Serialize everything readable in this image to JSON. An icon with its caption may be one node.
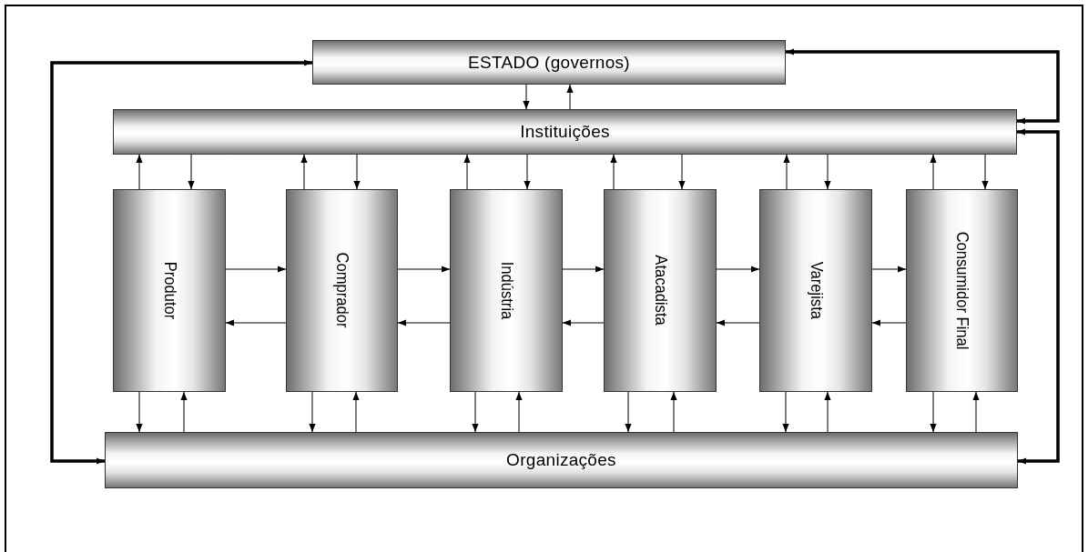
{
  "diagram": {
    "nodes": [
      {
        "text": [
          "ESTADO (governos)"
        ]
      },
      {
        "text": [
          "Instituições"
        ]
      },
      {
        "text": [
          "Produtor"
        ]
      },
      {
        "text": [
          "Comprador"
        ]
      },
      {
        "text": [
          "Indústria"
        ]
      },
      {
        "text": [
          "Atacadista"
        ]
      },
      {
        "text": [
          "Varejista"
        ]
      },
      {
        "text": [
          "Consumidor Final"
        ]
      },
      {
        "text": [
          "Organizações"
        ]
      }
    ],
    "edges": [
      {
        "from": 0,
        "to": 1,
        "arrow": "to"
      },
      {
        "from": 1,
        "to": 0,
        "arrow": "to"
      },
      {
        "from": 0,
        "to": 8,
        "arrow": "both",
        "style": "thick"
      },
      {
        "from": 0,
        "to": 1,
        "arrow": "both",
        "style": "thick"
      },
      {
        "from": 1,
        "to": 8,
        "arrow": "both",
        "style": "thick"
      },
      {
        "from": 2,
        "to": 1,
        "arrow": "to"
      },
      {
        "from": 1,
        "to": 2,
        "arrow": "to"
      },
      {
        "from": 2,
        "to": 8,
        "arrow": "to"
      },
      {
        "from": 8,
        "to": 2,
        "arrow": "to"
      },
      {
        "from": 3,
        "to": 1,
        "arrow": "to"
      },
      {
        "from": 1,
        "to": 3,
        "arrow": "to"
      },
      {
        "from": 3,
        "to": 8,
        "arrow": "to"
      },
      {
        "from": 8,
        "to": 3,
        "arrow": "to"
      },
      {
        "from": 4,
        "to": 1,
        "arrow": "to"
      },
      {
        "from": 1,
        "to": 4,
        "arrow": "to"
      },
      {
        "from": 4,
        "to": 8,
        "arrow": "to"
      },
      {
        "from": 8,
        "to": 4,
        "arrow": "to"
      },
      {
        "from": 5,
        "to": 1,
        "arrow": "to"
      },
      {
        "from": 1,
        "to": 5,
        "arrow": "to"
      },
      {
        "from": 5,
        "to": 8,
        "arrow": "to"
      },
      {
        "from": 8,
        "to": 5,
        "arrow": "to"
      },
      {
        "from": 6,
        "to": 1,
        "arrow": "to"
      },
      {
        "from": 1,
        "to": 6,
        "arrow": "to"
      },
      {
        "from": 6,
        "to": 8,
        "arrow": "to"
      },
      {
        "from": 8,
        "to": 6,
        "arrow": "to"
      },
      {
        "from": 7,
        "to": 1,
        "arrow": "to"
      },
      {
        "from": 1,
        "to": 7,
        "arrow": "to"
      },
      {
        "from": 7,
        "to": 8,
        "arrow": "to"
      },
      {
        "from": 8,
        "to": 7,
        "arrow": "to"
      },
      {
        "from": 2,
        "to": 3,
        "arrow": "to"
      },
      {
        "from": 3,
        "to": 2,
        "arrow": "to"
      },
      {
        "from": 3,
        "to": 4,
        "arrow": "to"
      },
      {
        "from": 4,
        "to": 3,
        "arrow": "to"
      },
      {
        "from": 4,
        "to": 5,
        "arrow": "to"
      },
      {
        "from": 5,
        "to": 4,
        "arrow": "to"
      },
      {
        "from": 5,
        "to": 6,
        "arrow": "to"
      },
      {
        "from": 6,
        "to": 5,
        "arrow": "to"
      },
      {
        "from": 6,
        "to": 7,
        "arrow": "to"
      },
      {
        "from": 7,
        "to": 6,
        "arrow": "to"
      }
    ]
  }
}
